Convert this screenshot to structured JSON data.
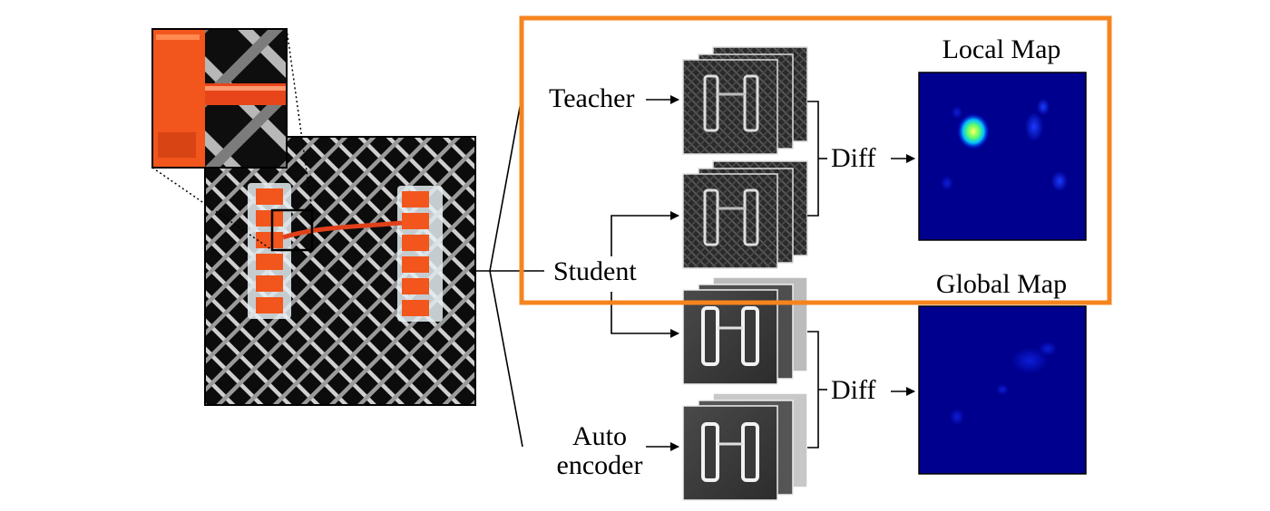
{
  "labels": {
    "teacher": "Teacher",
    "student": "Student",
    "autoencoder_line1": "Auto",
    "autoencoder_line2": "encoder",
    "diff_top": "Diff",
    "diff_bottom": "Diff",
    "local_map": "Local Map",
    "global_map": "Global Map"
  },
  "colors": {
    "highlight_box": "#F5841F",
    "heatmap_bg": "#00008F",
    "metal_mesh": "#c8c8c8",
    "connector": "#F2561D"
  }
}
